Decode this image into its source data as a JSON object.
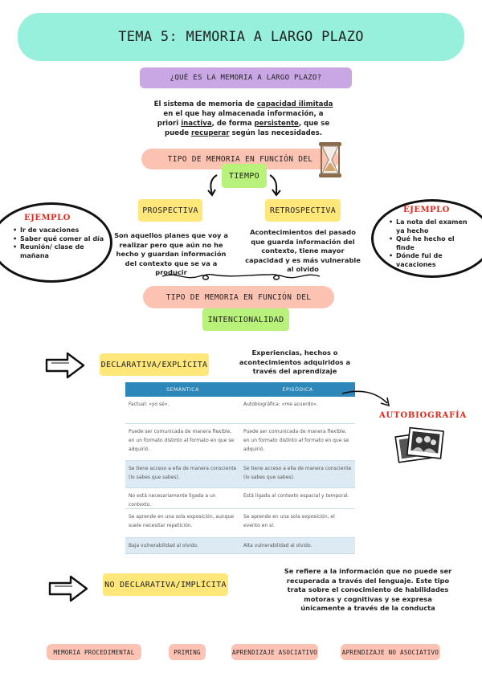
{
  "title": "TEMA 5: MEMORIA A LARGO PLAZO",
  "question": "¿QUÉ ES LA MEMORIA A LARGO PLAZO?",
  "definition": {
    "p1": "El sistema de memoria de ",
    "u1": "capacidad ilimitada",
    "p2": " en el que hay almacenada información, a priori ",
    "u2": "inactiva",
    "p3": ", de forma ",
    "u3": "persistente",
    "p4": ", que se puede ",
    "u4": "recuperar",
    "p5": " según las necesidades."
  },
  "section_time": {
    "line1": "TIPO DE MEMORIA EN FUNCIÓN DEL",
    "line2": "TIEMPO"
  },
  "prospective": {
    "label": "PROSPECTIVA",
    "description": "Son aquellos planes que voy a realizar pero que aún no he hecho y guardan información del contexto que se va a producir"
  },
  "retrospective": {
    "label": "RETROSPECTIVA",
    "description": "Acontecimientos del pasado que guarda información del contexto, tiene mayor capacidad y es más vulnerable al olvido"
  },
  "example_left": {
    "title": "EJEMPLO",
    "items": [
      "Ir de vacaciones",
      "Saber qué comer al día",
      "Reunión/ clase de mañana"
    ]
  },
  "example_right": {
    "title": "EJEMPLO",
    "items": [
      "La nota del examen ya hecho",
      "Qué he hecho el finde",
      "Dónde fui de vacaciones"
    ]
  },
  "section_intent": {
    "line1": "TIPO DE MEMORIA EN FUNCIÓN DEL",
    "line2": "INTENCIONALIDAD"
  },
  "declarative": {
    "label": "DECLARATIVA/EXPLÍCITA",
    "description": "Experiencias, hechos o acontecimientos adquiridos a través del aprendizaje"
  },
  "table": {
    "headers": [
      "SEMÁNTICA",
      "EPISÓDICA"
    ],
    "rows": [
      [
        "Factual: «yo sé».",
        "Autobiográfica: «me acuerdo»."
      ],
      [
        "Puede ser comunicada de manera flexible, en un formato distinto al formato en que se adquirió.",
        "Puede ser comunicada de manera flexible, en un formato distinto al formato en que se adquirió."
      ],
      [
        "Se tiene acceso a ella de manera consciente (lo sabes que sabes).",
        "Se tiene acceso a ella de manera consciente (lo sabes que sabes)."
      ],
      [
        "No está necesariamente ligada a un contexto.",
        "Está ligada al contexto espacial y temporal."
      ],
      [
        "Se aprende en una sola exposición, aunque suele necesitar repetición.",
        "Se aprende en una sola exposición, el evento en sí."
      ],
      [
        "Baja vulnerabilidad al olvido.",
        "Alta vulnerabilidad al olvido."
      ]
    ]
  },
  "autobiography_label": "AUTOBIOGRAFÍA",
  "non_declarative": {
    "label": "NO DECLARATIVA/IMPLÍCITA",
    "description": "Se refiere a la información que no puede ser recuperada a través del lenguaje. Este tipo trata sobre el conocimiento de habilidades motoras y cognitivas y se expresa únicamente a través de la conducta"
  },
  "bottom_tags": [
    "MEMORIA PROCEDIMENTAL",
    "PRIMING",
    "APRENDIZAJE ASOCIATIVO",
    "APRENDIZAJE NO ASOCIATIVO"
  ],
  "colors": {
    "title_bg": "#96f0dc",
    "question_bg": "#c9a6e4",
    "section_bg": "#fdc3b2",
    "green_tag": "#b9f27b",
    "yellow_tag": "#ffe77a",
    "table_header": "#2d87b9",
    "example_red": "#e2271b"
  },
  "icons": [
    "hourglass-icon",
    "arrow-down-icon",
    "arrow-right-icon",
    "photos-icon",
    "divider-swirl-icon"
  ]
}
